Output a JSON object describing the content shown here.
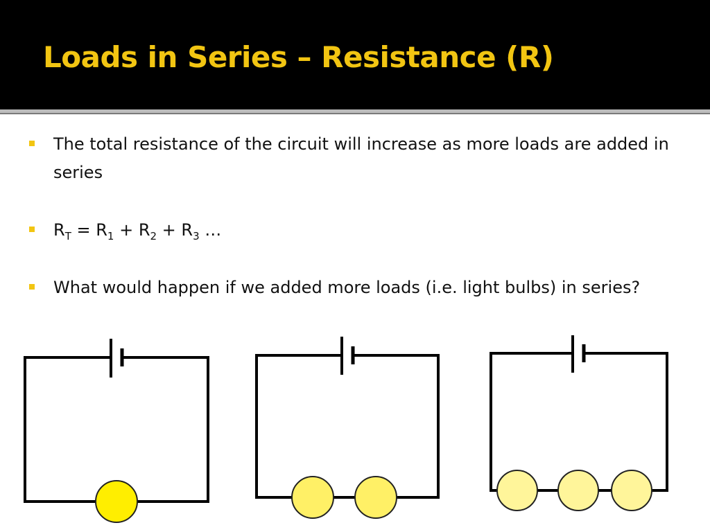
{
  "slide": {
    "title": "Loads in Series – Resistance (R)",
    "bullets": [
      "The total resistance of the circuit will increase as more loads are added in series",
      "What would happen if we added more loads (i.e. light bulbs) in series?"
    ],
    "formula": {
      "rt": "R",
      "rt_sub": "T",
      "eq": " = R",
      "r1_sub": "1",
      "plus1": " + R",
      "r2_sub": "2",
      "plus2": " + R",
      "r3_sub": "3",
      "ellipsis": " …"
    }
  },
  "diagrams": [
    {
      "bulbs": 1
    },
    {
      "bulbs": 2
    },
    {
      "bulbs": 3
    }
  ],
  "colors": {
    "title_bar": "#000000",
    "title_text": "#f2c512",
    "bullet_marker": "#f2c512",
    "bulb_bright": "#ffee00",
    "bulb_medium": "#fff066",
    "bulb_dim": "#fff59a"
  }
}
